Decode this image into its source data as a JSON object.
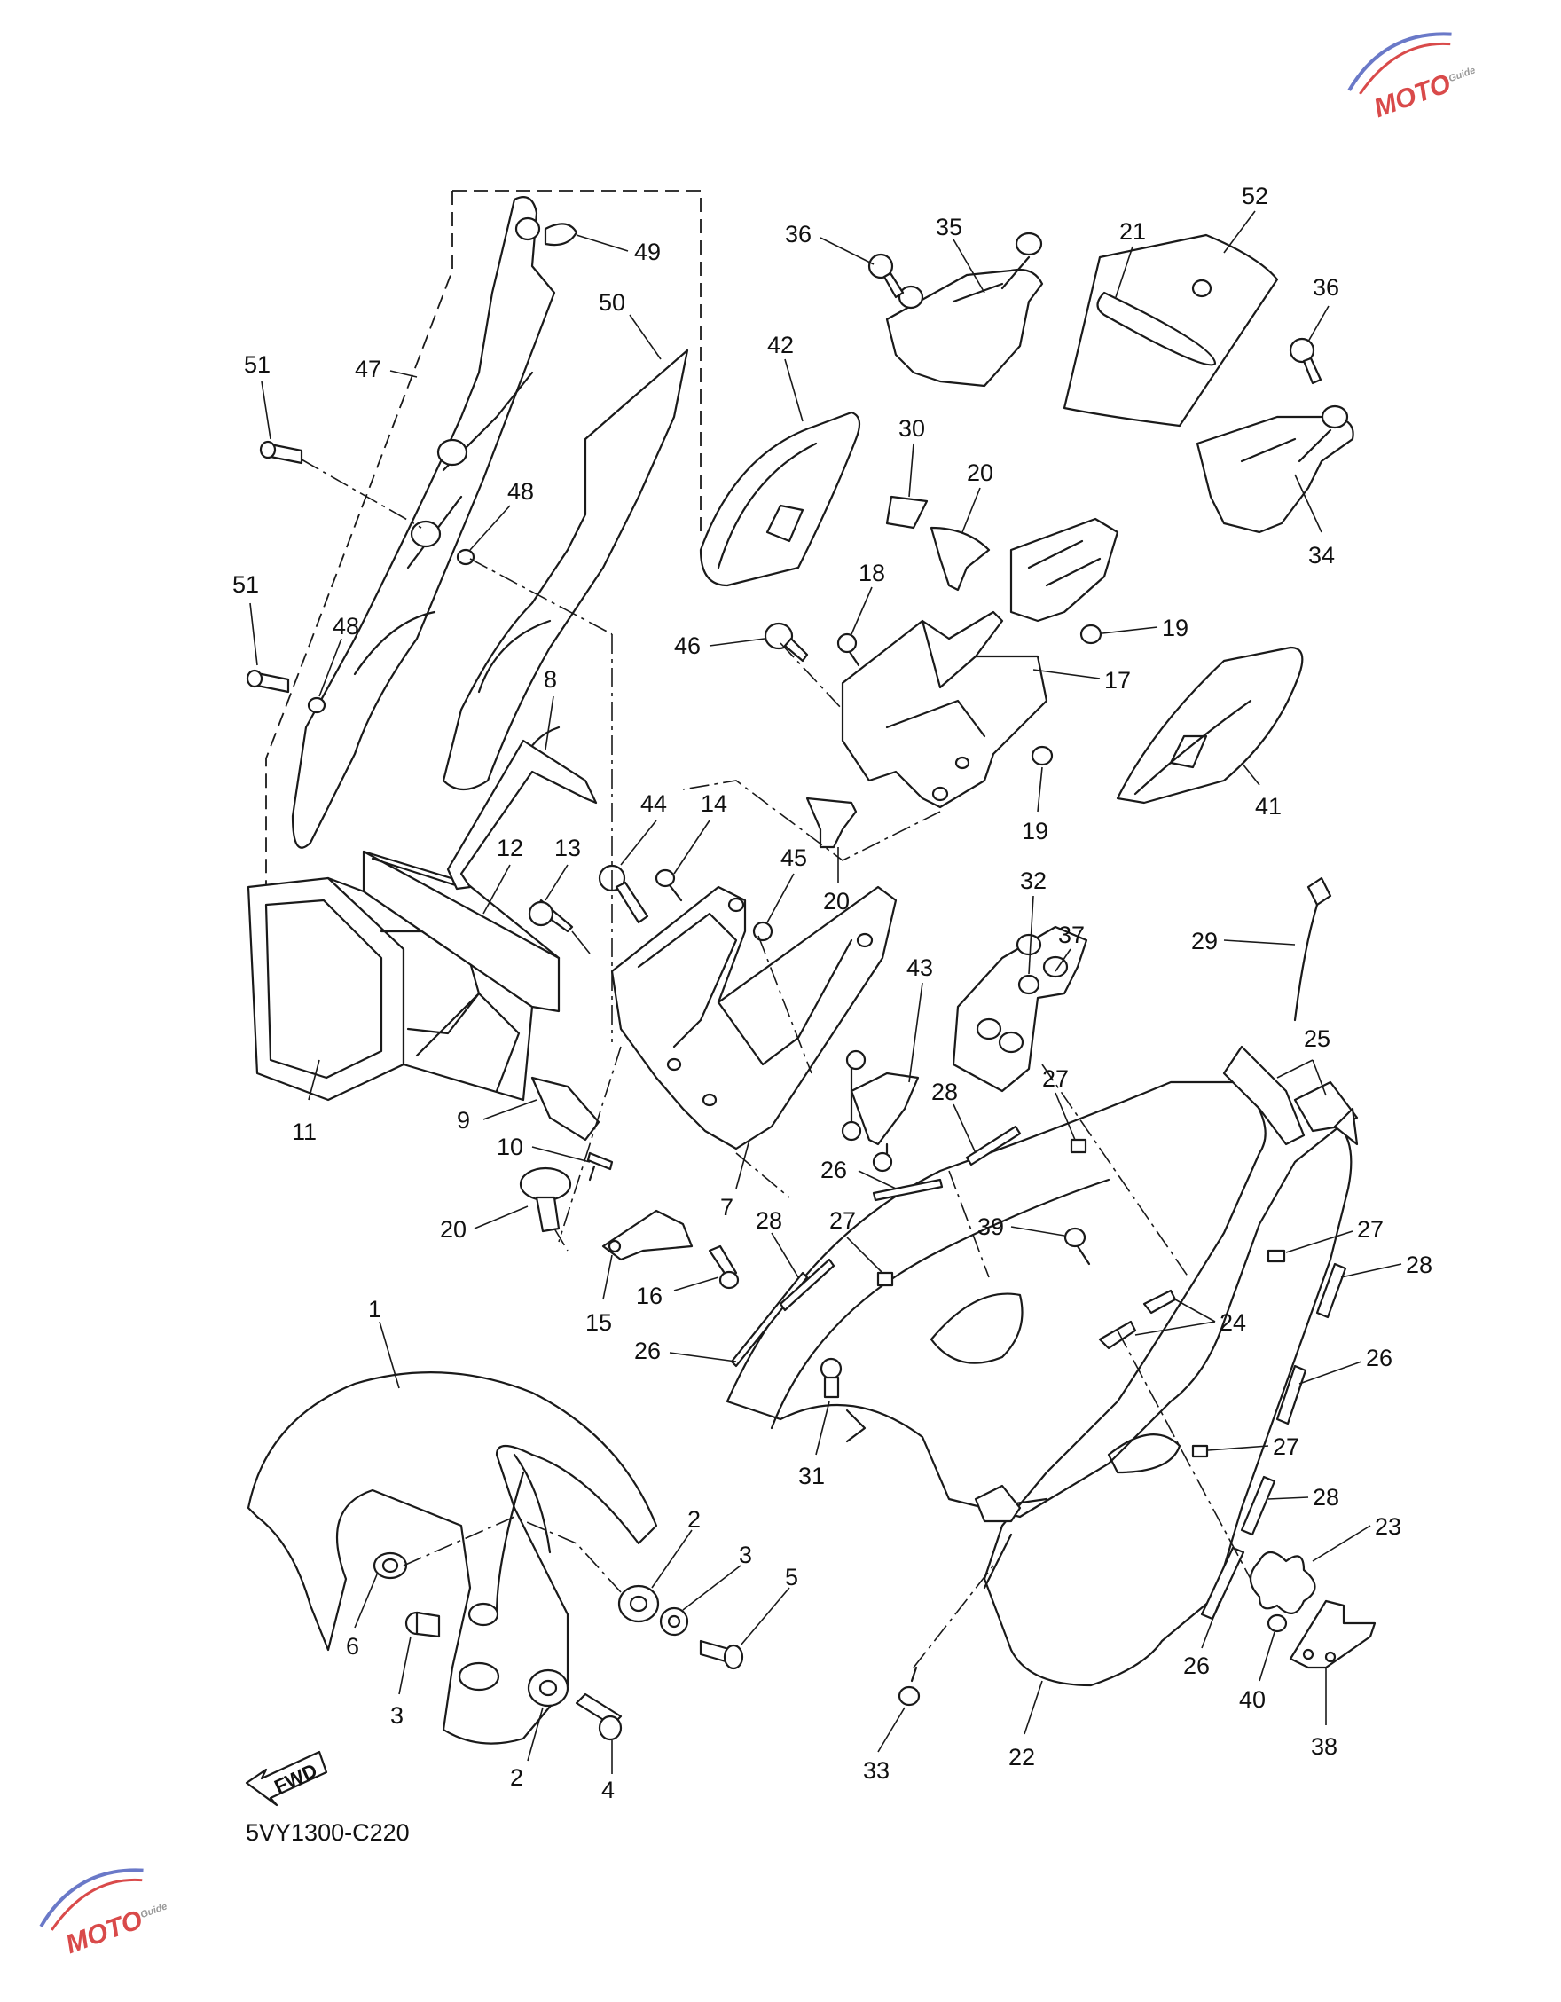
{
  "diagram": {
    "code": "5VY1300-C220",
    "fwd_label": "FWD",
    "watermark_text": "MOTO",
    "watermark_sub": "Guide",
    "colors": {
      "line": "#1a1a1a",
      "wm_red": "#d94a4a",
      "wm_blue": "#6a79c8"
    },
    "callouts": [
      {
        "id": "c1",
        "label": "1"
      },
      {
        "id": "c2a",
        "label": "2"
      },
      {
        "id": "c2b",
        "label": "2"
      },
      {
        "id": "c3a",
        "label": "3"
      },
      {
        "id": "c3b",
        "label": "3"
      },
      {
        "id": "c4",
        "label": "4"
      },
      {
        "id": "c5",
        "label": "5"
      },
      {
        "id": "c6",
        "label": "6"
      },
      {
        "id": "c7",
        "label": "7"
      },
      {
        "id": "c8",
        "label": "8"
      },
      {
        "id": "c9",
        "label": "9"
      },
      {
        "id": "c10",
        "label": "10"
      },
      {
        "id": "c11",
        "label": "11"
      },
      {
        "id": "c12",
        "label": "12"
      },
      {
        "id": "c13",
        "label": "13"
      },
      {
        "id": "c14",
        "label": "14"
      },
      {
        "id": "c15",
        "label": "15"
      },
      {
        "id": "c16",
        "label": "16"
      },
      {
        "id": "c17",
        "label": "17"
      },
      {
        "id": "c18",
        "label": "18"
      },
      {
        "id": "c19a",
        "label": "19"
      },
      {
        "id": "c19b",
        "label": "19"
      },
      {
        "id": "c20a",
        "label": "20"
      },
      {
        "id": "c20b",
        "label": "20"
      },
      {
        "id": "c20c",
        "label": "20"
      },
      {
        "id": "c21",
        "label": "21"
      },
      {
        "id": "c22",
        "label": "22"
      },
      {
        "id": "c23",
        "label": "23"
      },
      {
        "id": "c24",
        "label": "24"
      },
      {
        "id": "c25",
        "label": "25"
      },
      {
        "id": "c26a",
        "label": "26"
      },
      {
        "id": "c26b",
        "label": "26"
      },
      {
        "id": "c26c",
        "label": "26"
      },
      {
        "id": "c26d",
        "label": "26"
      },
      {
        "id": "c27a",
        "label": "27"
      },
      {
        "id": "c27b",
        "label": "27"
      },
      {
        "id": "c27c",
        "label": "27"
      },
      {
        "id": "c27d",
        "label": "27"
      },
      {
        "id": "c28a",
        "label": "28"
      },
      {
        "id": "c28b",
        "label": "28"
      },
      {
        "id": "c28c",
        "label": "28"
      },
      {
        "id": "c28d",
        "label": "28"
      },
      {
        "id": "c29",
        "label": "29"
      },
      {
        "id": "c30",
        "label": "30"
      },
      {
        "id": "c31",
        "label": "31"
      },
      {
        "id": "c32",
        "label": "32"
      },
      {
        "id": "c33",
        "label": "33"
      },
      {
        "id": "c34",
        "label": "34"
      },
      {
        "id": "c35",
        "label": "35"
      },
      {
        "id": "c36a",
        "label": "36"
      },
      {
        "id": "c36b",
        "label": "36"
      },
      {
        "id": "c37",
        "label": "37"
      },
      {
        "id": "c38",
        "label": "38"
      },
      {
        "id": "c39",
        "label": "39"
      },
      {
        "id": "c40",
        "label": "40"
      },
      {
        "id": "c41",
        "label": "41"
      },
      {
        "id": "c42",
        "label": "42"
      },
      {
        "id": "c43",
        "label": "43"
      },
      {
        "id": "c44",
        "label": "44"
      },
      {
        "id": "c45",
        "label": "45"
      },
      {
        "id": "c46",
        "label": "46"
      },
      {
        "id": "c47",
        "label": "47"
      },
      {
        "id": "c48a",
        "label": "48"
      },
      {
        "id": "c48b",
        "label": "48"
      },
      {
        "id": "c49",
        "label": "49"
      },
      {
        "id": "c50",
        "label": "50"
      },
      {
        "id": "c51a",
        "label": "51"
      },
      {
        "id": "c51b",
        "label": "51"
      },
      {
        "id": "c52",
        "label": "52"
      }
    ]
  }
}
